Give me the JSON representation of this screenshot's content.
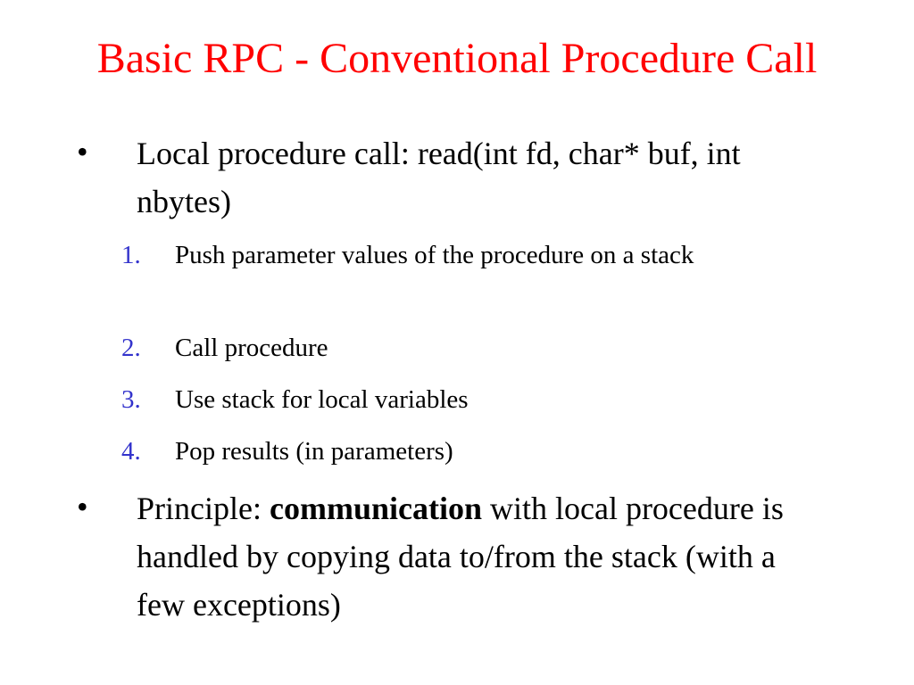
{
  "slide": {
    "title": "Basic RPC - Conventional Procedure Call",
    "title_color": "#ff0000",
    "bullet_symbol": "•",
    "numbers_color": "#3333cc",
    "bullet1": "Local procedure call: read(int fd, char* buf, int nbytes)",
    "steps": [
      {
        "number": "1.",
        "text": "Push parameter values of the procedure on a stack"
      },
      {
        "number": "2.",
        "text": "Call procedure"
      },
      {
        "number": "3.",
        "text": "Use stack for local variables"
      },
      {
        "number": "4.",
        "text": "Pop results (in parameters)"
      }
    ],
    "bullet2": {
      "prefix": "Principle: ",
      "emphasis": "communication",
      "suffix": " with local procedure is handled by copying data to/from the stack (with a few exceptions)"
    }
  }
}
